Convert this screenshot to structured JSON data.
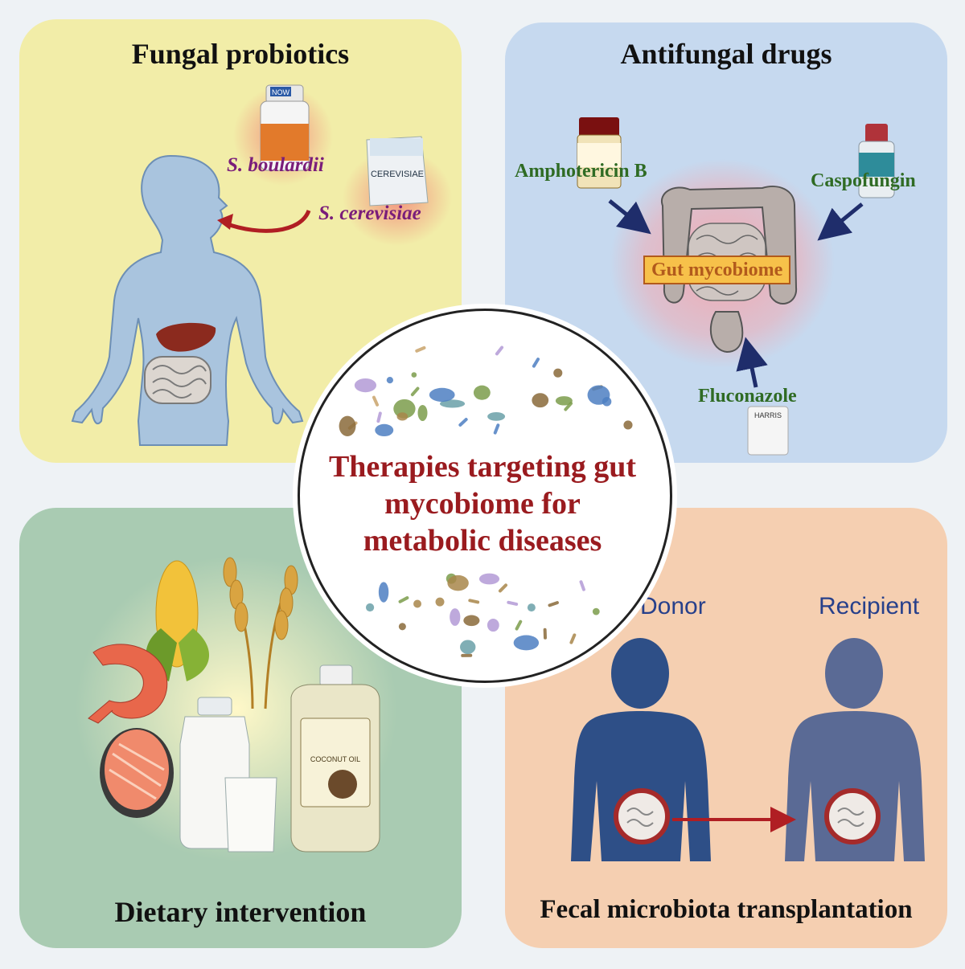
{
  "center": {
    "title_line1": "Therapies targeting gut",
    "title_line2": "mycobiome for",
    "title_line3": "metabolic diseases"
  },
  "probiotics": {
    "title": "Fungal probiotics",
    "strain1": "S. boulardii",
    "strain2": "S. cerevisiae",
    "bottle_label": "NOW",
    "pack_label": "CEREVISIAE"
  },
  "drugs": {
    "title": "Antifungal drugs",
    "drug1": "Amphotericin B",
    "drug2": "Caspofungin",
    "drug3": "Fluconazole",
    "target": "Gut mycobiome",
    "pack_label": "HARRIS"
  },
  "diet": {
    "title": "Dietary intervention",
    "oil_label": "COCONUT OIL"
  },
  "fmt": {
    "title": "Fecal microbiota transplantation",
    "donor": "Donor",
    "recipient": "Recipient"
  },
  "colors": {
    "probiotics_bg": "#f2eda8",
    "drugs_bg": "#c6d9ef",
    "diet_bg": "#a9cbb2",
    "fmt_bg": "#f5cfb1",
    "center_text": "#9a1b1f",
    "arrow_red": "#b01e23",
    "arrow_navy": "#1f2d6b"
  }
}
